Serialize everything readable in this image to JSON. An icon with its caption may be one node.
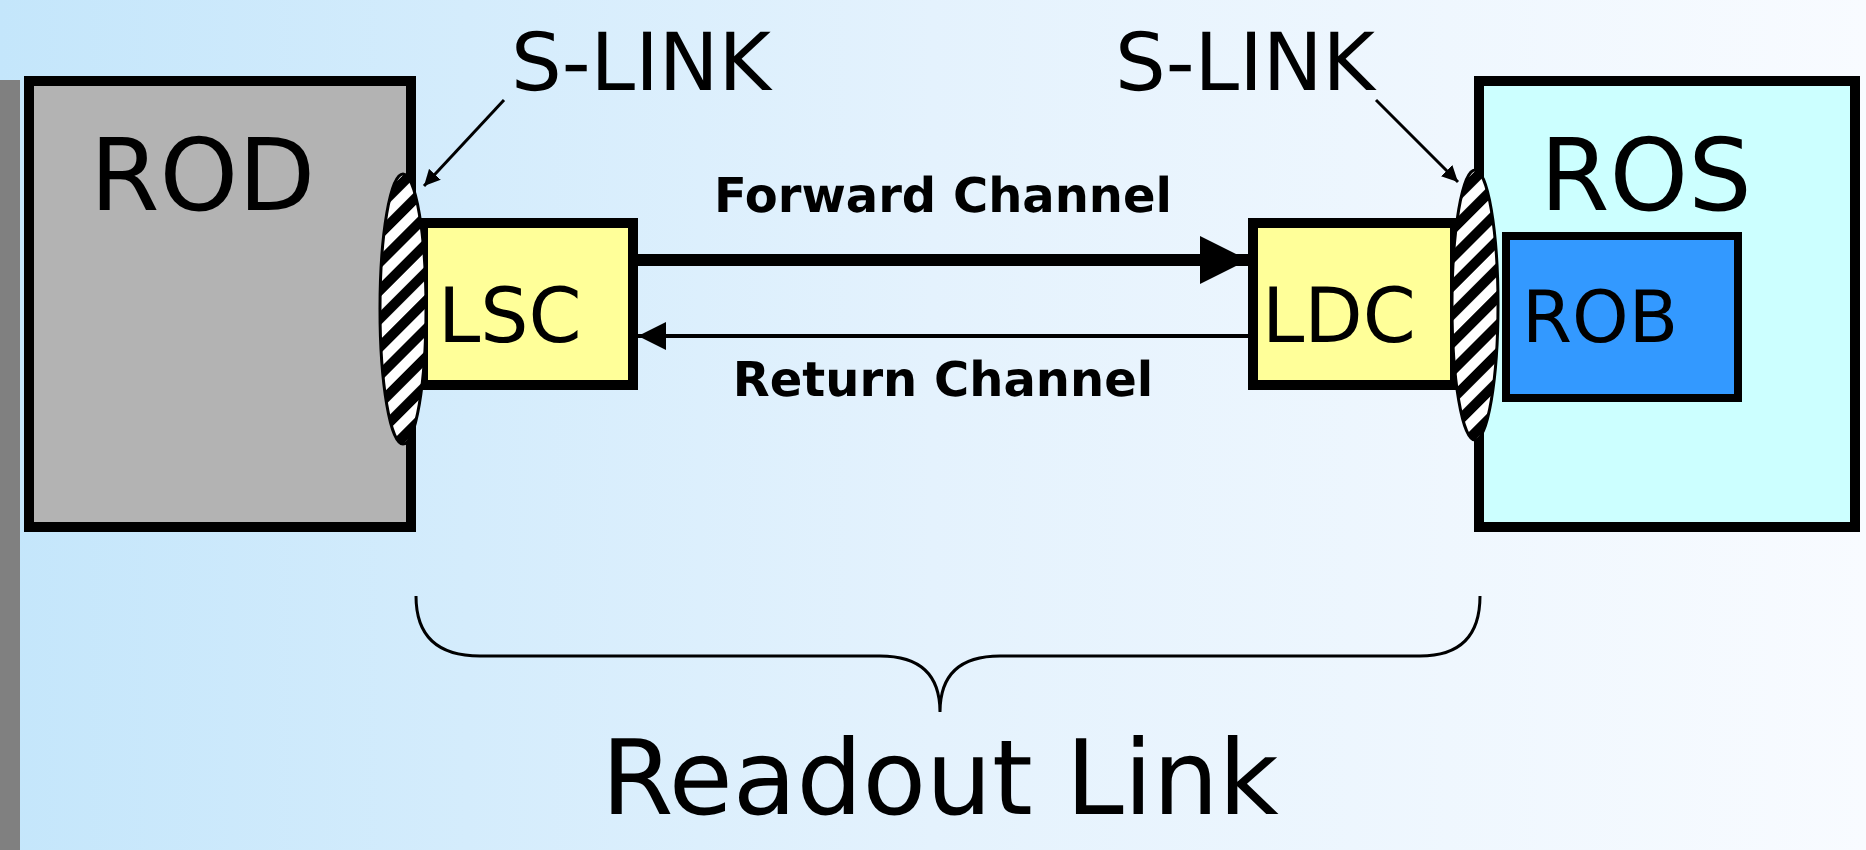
{
  "diagram": {
    "nodes": [
      {
        "text": [
          "S-LINK"
        ]
      },
      {
        "text": [
          "S-LINK"
        ]
      },
      {
        "text": [
          "ROD"
        ]
      },
      {
        "text": [
          "ROS"
        ]
      },
      {
        "text": [],
        "shape": "ellipse"
      },
      {
        "text": [
          "LSC"
        ]
      },
      {
        "text": [
          "LDC"
        ]
      },
      {
        "text": [],
        "shape": "ellipse"
      },
      {
        "text": [
          "ROB"
        ],
        "in": 3
      }
    ],
    "edges": [
      {
        "from": 5,
        "to": 6,
        "arrow": "to",
        "label": "Forward Channel",
        "style": "thick"
      },
      {
        "from": 6,
        "to": 5,
        "arrow": "to",
        "label": "Return Channel"
      },
      {
        "from": 0,
        "to": 4,
        "arrow": "to"
      },
      {
        "from": 1,
        "to": 7,
        "arrow": "to"
      }
    ],
    "labels": [
      "Readout Link"
    ]
  }
}
